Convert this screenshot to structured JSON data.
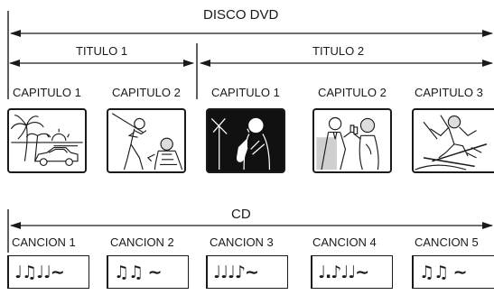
{
  "disc": {
    "label": "DISCO DVD"
  },
  "titles": [
    {
      "label": "TITULO 1"
    },
    {
      "label": "TITULO 2"
    }
  ],
  "chapters": [
    {
      "label": "CAPITULO 1",
      "icon": "palm-beach-car-icon"
    },
    {
      "label": "CAPITULO 2",
      "icon": "baseball-batter-icon"
    },
    {
      "label": "CAPITULO 1",
      "icon": "saxophone-player-icon"
    },
    {
      "label": "CAPITULO 2",
      "icon": "couple-toast-icon"
    },
    {
      "label": "CAPITULO 3",
      "icon": "skier-icon"
    }
  ],
  "cd": {
    "label": "CD"
  },
  "tracks": [
    {
      "label": "CANCION 1",
      "notes": "♩♫♩♩∼"
    },
    {
      "label": "CANCION 2",
      "notes": "♫♫ ∼"
    },
    {
      "label": "CANCION 3",
      "notes": "♩♩♩♪∼"
    },
    {
      "label": "CANCION 4",
      "notes": "♩.♪♩♩∼"
    },
    {
      "label": "CANCION 5",
      "notes": "♫♫ ∼"
    }
  ]
}
